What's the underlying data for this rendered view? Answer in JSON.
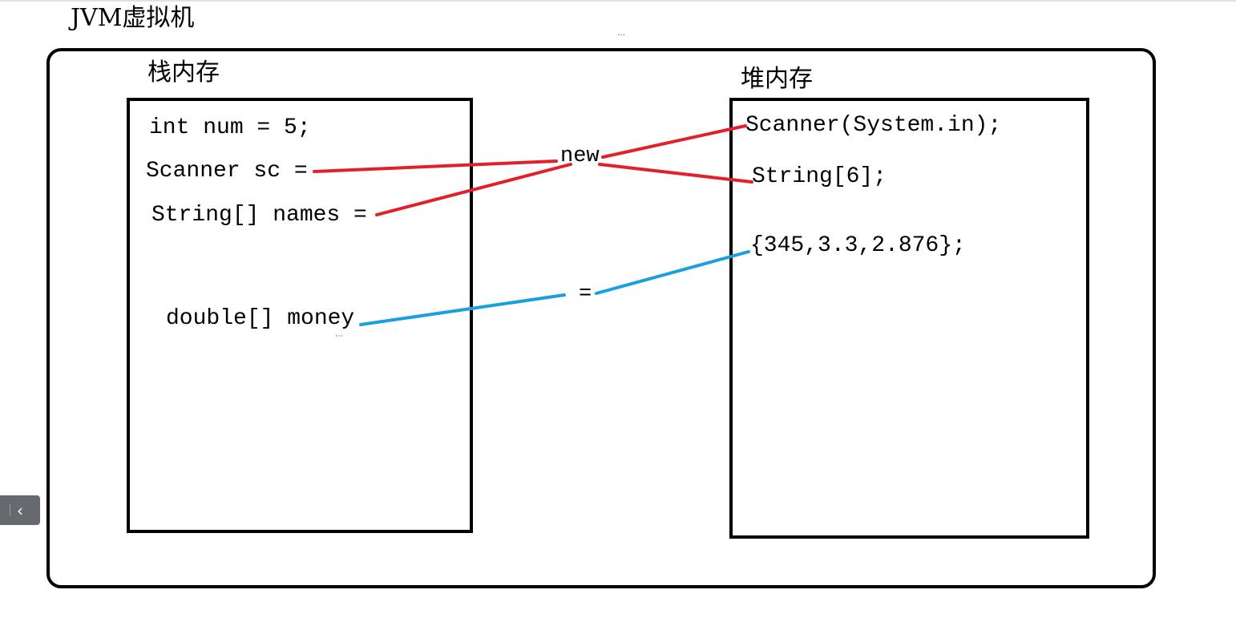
{
  "diagram": {
    "title": "JVM虚拟机",
    "stack": {
      "label": "栈内存",
      "lines": {
        "num": "int num = 5;",
        "scanner": "Scanner sc =",
        "names": "String[] names =",
        "money": "double[] money"
      }
    },
    "heap": {
      "label": "堆内存",
      "lines": {
        "scanner": "Scanner(System.in);",
        "string": "String[6];",
        "array": "{345,3.3,2.876};"
      }
    },
    "connectors": {
      "new_label": "new",
      "assign_label": "=",
      "new_color": "#e3202a",
      "assign_color": "#1aa0e0"
    }
  },
  "ui": {
    "collapse_button": {
      "glyph": "‹",
      "icon": "chevron-left-icon"
    }
  }
}
